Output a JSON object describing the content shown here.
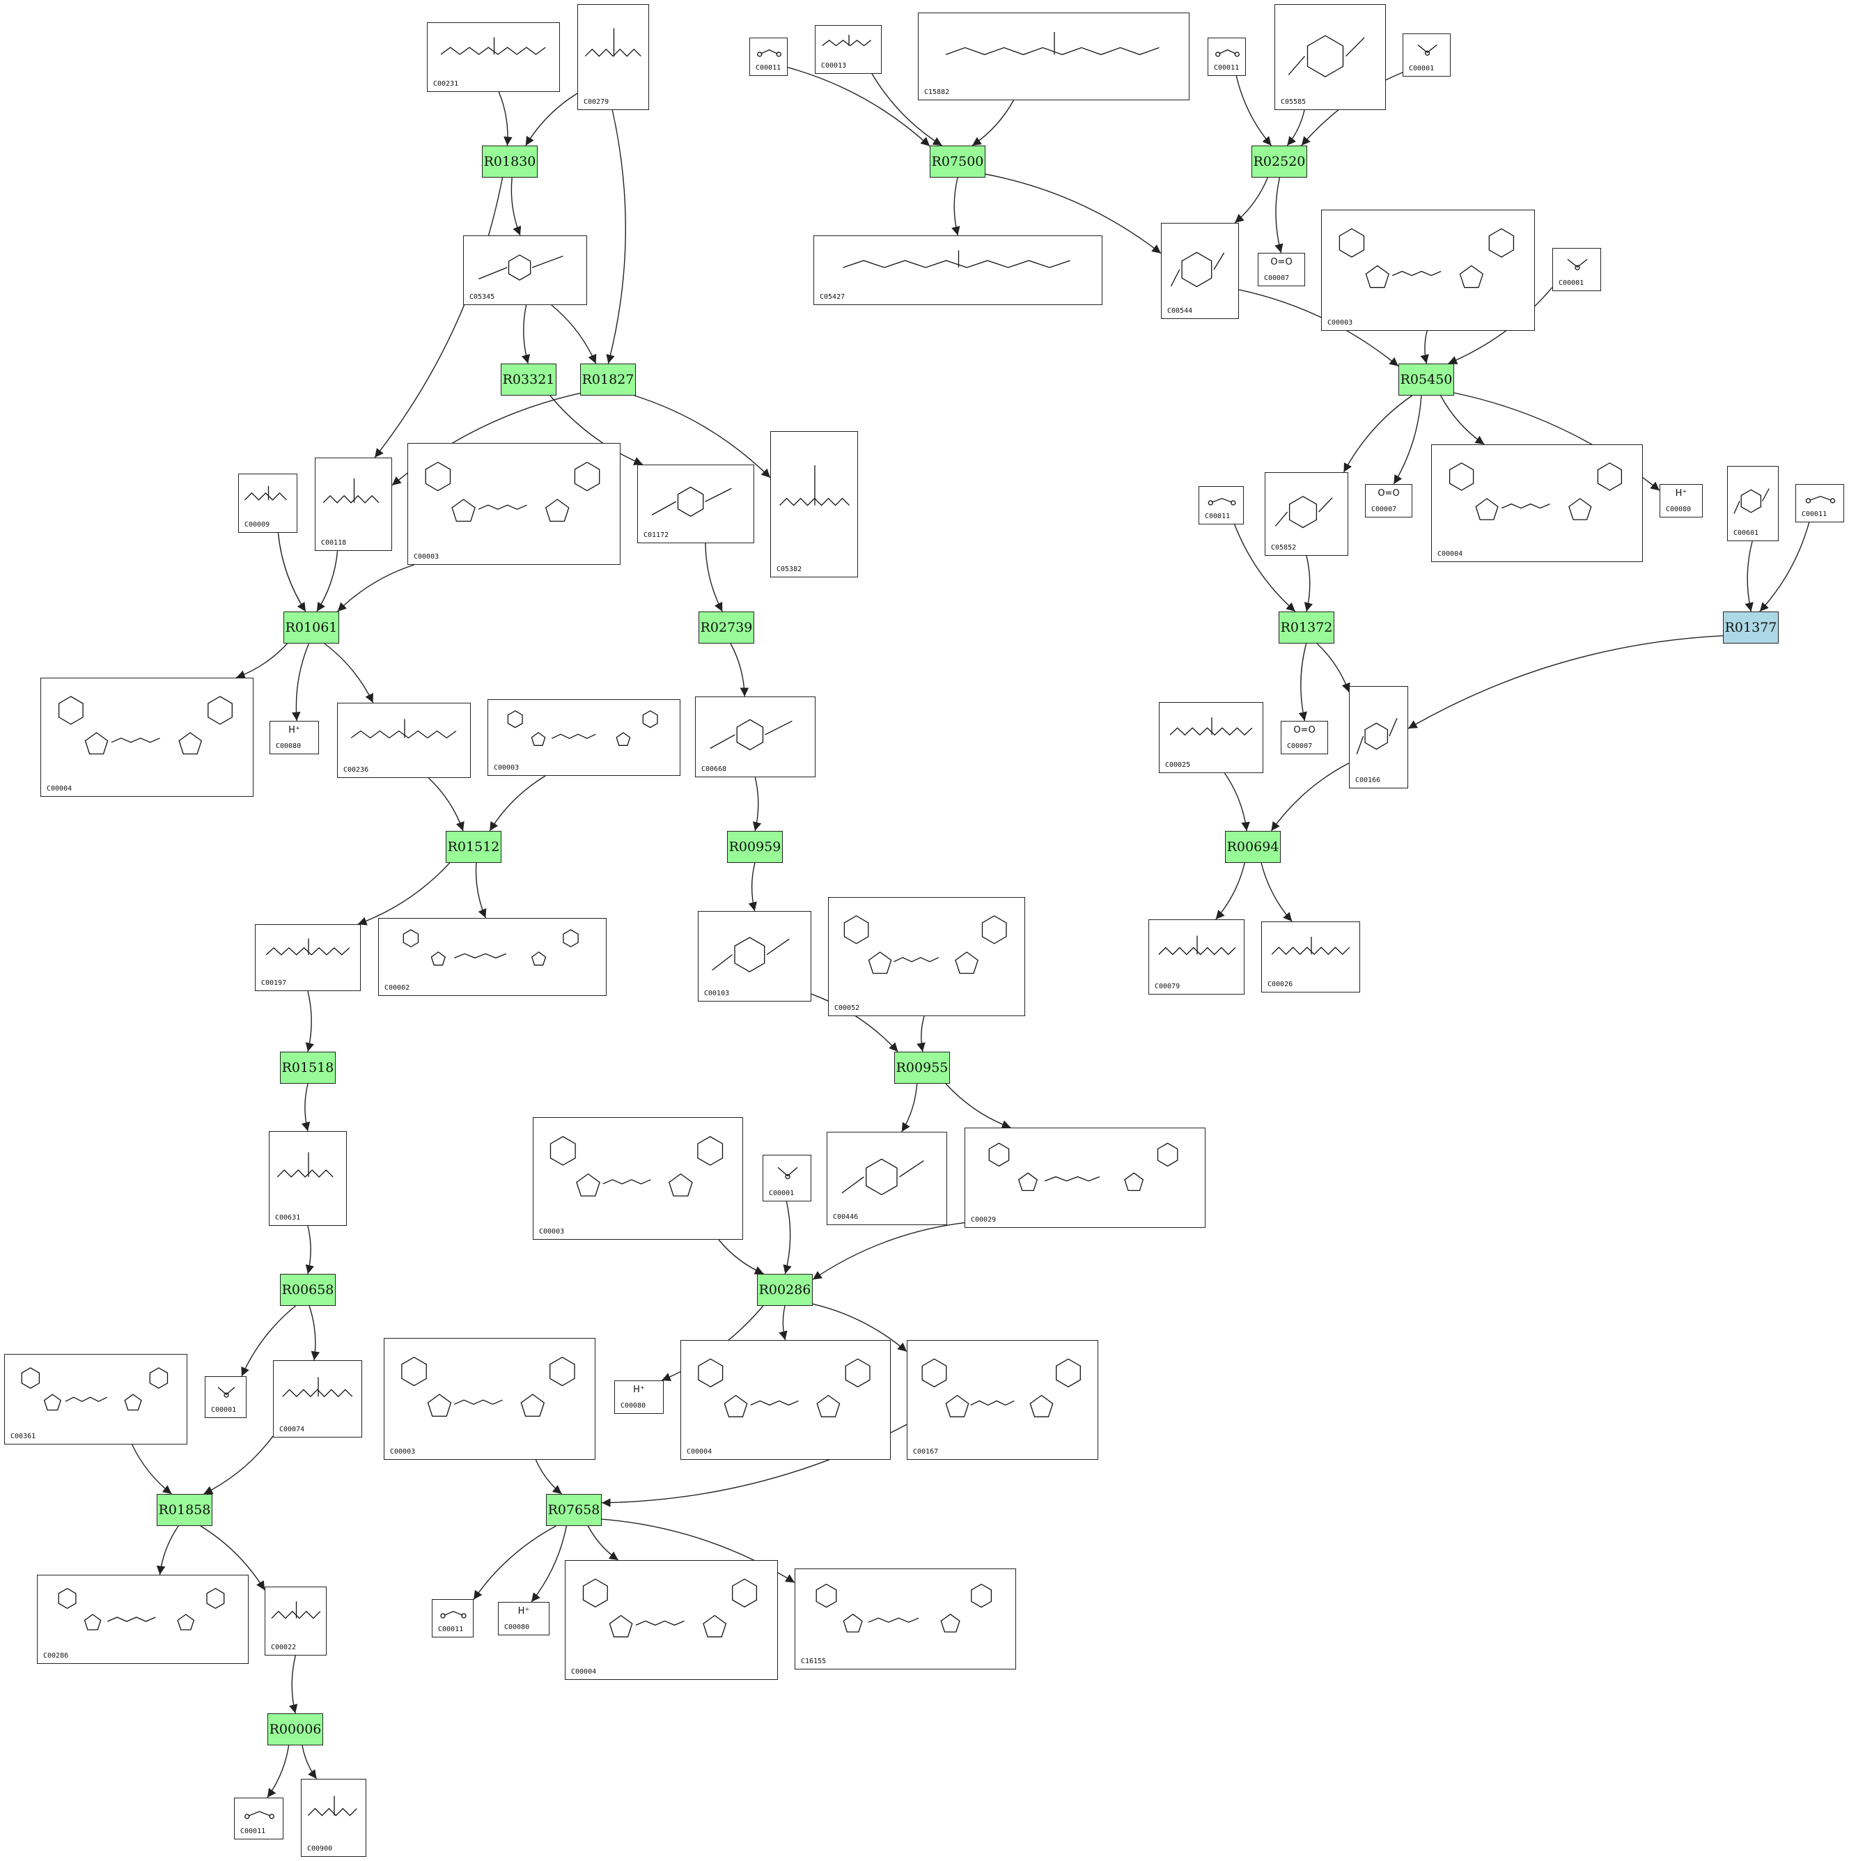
{
  "colors": {
    "reaction_fill": "#98fb98",
    "reaction_fill_alt": "#add8e6",
    "line": "#222222",
    "background": "#ffffff"
  },
  "reactions": [
    {
      "id": "r1830",
      "label": "R01830",
      "fill": "#98fb98"
    },
    {
      "id": "r7500",
      "label": "R07500",
      "fill": "#98fb98"
    },
    {
      "id": "r2520",
      "label": "R02520",
      "fill": "#98fb98"
    },
    {
      "id": "r3321",
      "label": "R03321",
      "fill": "#98fb98"
    },
    {
      "id": "r1827",
      "label": "R01827",
      "fill": "#98fb98"
    },
    {
      "id": "r5450",
      "label": "R05450",
      "fill": "#98fb98"
    },
    {
      "id": "r1061",
      "label": "R01061",
      "fill": "#98fb98"
    },
    {
      "id": "r2739",
      "label": "R02739",
      "fill": "#98fb98"
    },
    {
      "id": "r1372",
      "label": "R01372",
      "fill": "#98fb98"
    },
    {
      "id": "r1377",
      "label": "R01377",
      "fill": "#add8e6"
    },
    {
      "id": "r1512",
      "label": "R01512",
      "fill": "#98fb98"
    },
    {
      "id": "r0959",
      "label": "R00959",
      "fill": "#98fb98"
    },
    {
      "id": "r0694",
      "label": "R00694",
      "fill": "#98fb98"
    },
    {
      "id": "r1518",
      "label": "R01518",
      "fill": "#98fb98"
    },
    {
      "id": "r0955",
      "label": "R00955",
      "fill": "#98fb98"
    },
    {
      "id": "r0658",
      "label": "R00658",
      "fill": "#98fb98"
    },
    {
      "id": "r0286",
      "label": "R00286",
      "fill": "#98fb98"
    },
    {
      "id": "r1858",
      "label": "R01858",
      "fill": "#98fb98"
    },
    {
      "id": "r7658",
      "label": "R07658",
      "fill": "#98fb98"
    },
    {
      "id": "r0006",
      "label": "R00006",
      "fill": "#98fb98"
    }
  ],
  "compounds": [
    {
      "id": "a1",
      "cid": "C00231"
    },
    {
      "id": "a2",
      "cid": "C00279"
    },
    {
      "id": "a3",
      "cid": "C00011"
    },
    {
      "id": "a4",
      "cid": "C00013"
    },
    {
      "id": "a5",
      "cid": "C15882"
    },
    {
      "id": "a6",
      "cid": "C00011"
    },
    {
      "id": "a7",
      "cid": "C05585"
    },
    {
      "id": "a8",
      "cid": "C00001"
    },
    {
      "id": "a9",
      "cid": "C05345"
    },
    {
      "id": "a10",
      "cid": "C05427"
    },
    {
      "id": "a11",
      "cid": "C00544"
    },
    {
      "id": "a12",
      "cid": "C00007",
      "symbol": "O=O"
    },
    {
      "id": "a13",
      "cid": "C00003"
    },
    {
      "id": "a14",
      "cid": "C00001"
    },
    {
      "id": "a15",
      "cid": "C00009"
    },
    {
      "id": "a16",
      "cid": "C00118"
    },
    {
      "id": "a17",
      "cid": "C00003"
    },
    {
      "id": "a18",
      "cid": "C01172"
    },
    {
      "id": "a19",
      "cid": "C05382"
    },
    {
      "id": "a20",
      "cid": "C00011"
    },
    {
      "id": "a21",
      "cid": "C05852"
    },
    {
      "id": "a22",
      "cid": "C00007",
      "symbol": "O=O"
    },
    {
      "id": "a23",
      "cid": "C00004"
    },
    {
      "id": "a24",
      "cid": "C00080",
      "symbol": "H⁺"
    },
    {
      "id": "a25",
      "cid": "C00601"
    },
    {
      "id": "a26",
      "cid": "C00011"
    },
    {
      "id": "a27",
      "cid": "C00004"
    },
    {
      "id": "a28",
      "cid": "C00080",
      "symbol": "H⁺"
    },
    {
      "id": "a29",
      "cid": "C00236"
    },
    {
      "id": "a30",
      "cid": "C00003"
    },
    {
      "id": "a31",
      "cid": "C00668"
    },
    {
      "id": "a32",
      "cid": "C00025"
    },
    {
      "id": "a33",
      "cid": "C00007",
      "symbol": "O=O"
    },
    {
      "id": "a34",
      "cid": "C00166"
    },
    {
      "id": "a35",
      "cid": "C00197"
    },
    {
      "id": "a36",
      "cid": "C00002"
    },
    {
      "id": "a37",
      "cid": "C00103"
    },
    {
      "id": "a38",
      "cid": "C00052"
    },
    {
      "id": "a39",
      "cid": "C00079"
    },
    {
      "id": "a40",
      "cid": "C00026"
    },
    {
      "id": "a41",
      "cid": "C00631"
    },
    {
      "id": "a42",
      "cid": "C00003"
    },
    {
      "id": "a43",
      "cid": "C00001"
    },
    {
      "id": "a44",
      "cid": "C00446"
    },
    {
      "id": "a45",
      "cid": "C00029"
    },
    {
      "id": "a46",
      "cid": "C00361"
    },
    {
      "id": "a47",
      "cid": "C00001"
    },
    {
      "id": "a48",
      "cid": "C00074"
    },
    {
      "id": "a49",
      "cid": "C00080",
      "symbol": "H⁺"
    },
    {
      "id": "a50",
      "cid": "C00003"
    },
    {
      "id": "a51",
      "cid": "C00004"
    },
    {
      "id": "a52",
      "cid": "C00167"
    },
    {
      "id": "a53",
      "cid": "C00286"
    },
    {
      "id": "a54",
      "cid": "C00022"
    },
    {
      "id": "a55",
      "cid": "C00011"
    },
    {
      "id": "a56",
      "cid": "C00080",
      "symbol": "H⁺"
    },
    {
      "id": "a57",
      "cid": "C00004"
    },
    {
      "id": "a58",
      "cid": "C16155"
    },
    {
      "id": "a59",
      "cid": "C00011"
    },
    {
      "id": "a60",
      "cid": "C00900"
    }
  ],
  "edges": [
    [
      "a1",
      "r1830"
    ],
    [
      "a2",
      "r1830"
    ],
    [
      "a2",
      "r1827"
    ],
    [
      "r1830",
      "a9"
    ],
    [
      "r1830",
      "a16"
    ],
    [
      "a9",
      "r3321"
    ],
    [
      "a9",
      "r1827"
    ],
    [
      "r1827",
      "a16"
    ],
    [
      "r1827",
      "a19"
    ],
    [
      "r3321",
      "a18"
    ],
    [
      "a3",
      "r7500"
    ],
    [
      "a4",
      "r7500"
    ],
    [
      "a5",
      "r7500"
    ],
    [
      "r7500",
      "a10"
    ],
    [
      "r7500",
      "a11"
    ],
    [
      "a6",
      "r2520"
    ],
    [
      "a7",
      "r2520"
    ],
    [
      "a8",
      "r2520"
    ],
    [
      "r2520",
      "a11"
    ],
    [
      "r2520",
      "a12"
    ],
    [
      "a11",
      "r5450"
    ],
    [
      "a13",
      "r5450"
    ],
    [
      "a14",
      "r5450"
    ],
    [
      "r5450",
      "a21"
    ],
    [
      "r5450",
      "a22"
    ],
    [
      "r5450",
      "a23"
    ],
    [
      "r5450",
      "a24"
    ],
    [
      "a15",
      "r1061"
    ],
    [
      "a16",
      "r1061"
    ],
    [
      "a17",
      "r1061"
    ],
    [
      "r1061",
      "a27"
    ],
    [
      "r1061",
      "a28"
    ],
    [
      "r1061",
      "a29"
    ],
    [
      "a18",
      "r2739"
    ],
    [
      "r2739",
      "a31"
    ],
    [
      "a20",
      "r1372"
    ],
    [
      "a21",
      "r1372"
    ],
    [
      "r1372",
      "a33"
    ],
    [
      "r1372",
      "a34"
    ],
    [
      "a25",
      "r1377"
    ],
    [
      "a26",
      "r1377"
    ],
    [
      "r1377",
      "a34"
    ],
    [
      "a29",
      "r1512"
    ],
    [
      "a30",
      "r1512"
    ],
    [
      "r1512",
      "a35"
    ],
    [
      "r1512",
      "a36"
    ],
    [
      "a31",
      "r0959"
    ],
    [
      "r0959",
      "a37"
    ],
    [
      "a32",
      "r0694"
    ],
    [
      "a34",
      "r0694"
    ],
    [
      "r0694",
      "a39"
    ],
    [
      "r0694",
      "a40"
    ],
    [
      "a35",
      "r1518"
    ],
    [
      "r1518",
      "a41"
    ],
    [
      "a37",
      "r0955"
    ],
    [
      "a38",
      "r0955"
    ],
    [
      "r0955",
      "a44"
    ],
    [
      "r0955",
      "a45"
    ],
    [
      "a41",
      "r0658"
    ],
    [
      "r0658",
      "a47"
    ],
    [
      "r0658",
      "a48"
    ],
    [
      "a42",
      "r0286"
    ],
    [
      "a43",
      "r0286"
    ],
    [
      "a45",
      "r0286"
    ],
    [
      "r0286",
      "a49"
    ],
    [
      "r0286",
      "a51"
    ],
    [
      "r0286",
      "a52"
    ],
    [
      "a46",
      "r1858"
    ],
    [
      "a48",
      "r1858"
    ],
    [
      "r1858",
      "a53"
    ],
    [
      "r1858",
      "a54"
    ],
    [
      "a50",
      "r7658"
    ],
    [
      "a52",
      "r7658"
    ],
    [
      "r7658",
      "a55"
    ],
    [
      "r7658",
      "a56"
    ],
    [
      "r7658",
      "a57"
    ],
    [
      "r7658",
      "a58"
    ],
    [
      "a54",
      "r0006"
    ],
    [
      "r0006",
      "a59"
    ],
    [
      "r0006",
      "a60"
    ]
  ]
}
